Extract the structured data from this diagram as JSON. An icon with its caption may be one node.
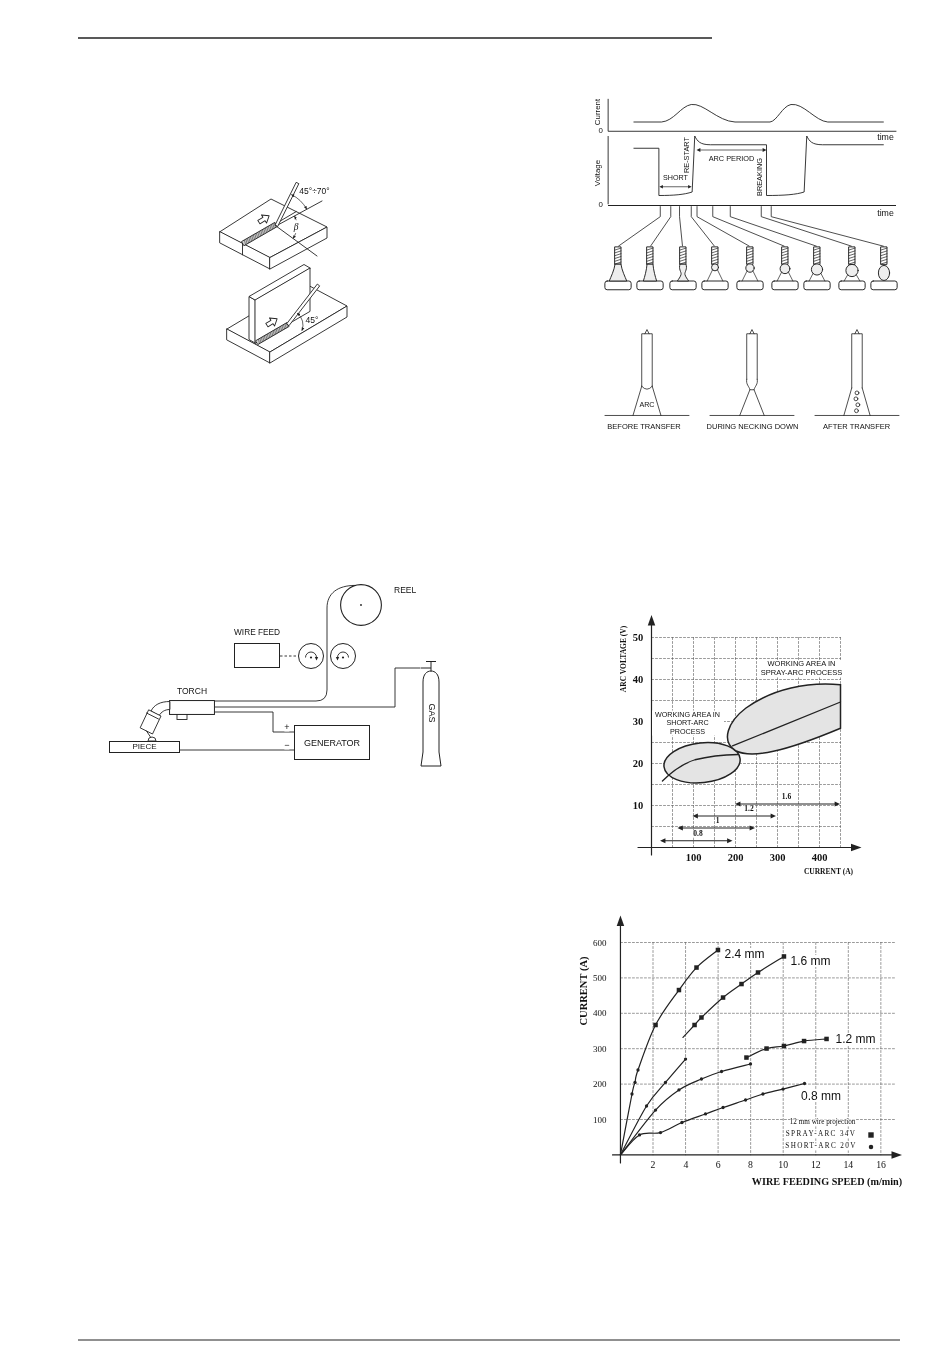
{
  "diagram": {
    "nodes": [
      {
        "text": [],
        "shape": "line",
        "beside": [
          "0",
          "time"
        ]
      },
      {
        "text": [],
        "shape": "picture"
      },
      {
        "text": [],
        "shape": "picture"
      },
      {
        "text": [],
        "shape": "picture"
      },
      {
        "text": [],
        "shape": "picture"
      },
      {
        "text": [],
        "shape": "picture"
      },
      {
        "text": [],
        "shape": "picture"
      },
      {
        "text": [],
        "shape": "picture"
      },
      {
        "text": [],
        "shape": "picture"
      },
      {
        "text": [],
        "shape": "picture"
      },
      {
        "text": [
          "REEL"
        ]
      },
      {
        "text": [
          "WIRE FEED"
        ]
      },
      {
        "text": [],
        "shape": "circle"
      },
      {
        "text": [],
        "shape": "circle"
      },
      {
        "text": [
          "GAS"
        ]
      },
      {
        "text": [
          "TORCH"
        ]
      },
      {
        "text": [
          "GENERATOR"
        ]
      },
      {
        "text": [
          "PIECE"
        ]
      }
    ],
    "edges": [
      {
        "from": 0,
        "to": 1,
        "arrow": "none"
      },
      {
        "from": 0,
        "to": 2,
        "arrow": "none"
      },
      {
        "from": 0,
        "to": 3,
        "arrow": "none"
      },
      {
        "from": 0,
        "to": 4,
        "arrow": "none"
      },
      {
        "from": 0,
        "to": 5,
        "arrow": "none"
      },
      {
        "from": 0,
        "to": 6,
        "arrow": "none"
      },
      {
        "from": 0,
        "to": 7,
        "arrow": "none"
      },
      {
        "from": 0,
        "to": 8,
        "arrow": "none"
      },
      {
        "from": 0,
        "to": 9,
        "arrow": "none"
      },
      {
        "from": 10,
        "to": 15,
        "arrow": "none"
      },
      {
        "from": 11,
        "to": 12,
        "arrow": "none",
        "style": "dashed"
      },
      {
        "from": 14,
        "to": 15,
        "arrow": "none"
      },
      {
        "from": 16,
        "to": 15,
        "arrow": "none",
        "label": "+"
      },
      {
        "from": 16,
        "to": 17,
        "arrow": "none",
        "label": "−"
      }
    ],
    "labels": [
      "45°÷70°",
      "β",
      "45°",
      "Current",
      "0",
      "time",
      "Voltage",
      "RE-START",
      "ARC PERIOD",
      "SHORT",
      "BREAKING",
      "ARC",
      "BEFORE TRANSFER",
      "DURING NECKING DOWN",
      "AFTER TRANSFER",
      "ARC VOLTAGE (V)",
      "50",
      "40",
      "30",
      "20",
      "10",
      "WORKING AREA IN SPRAY-ARC PROCESS",
      "WORKING AREA IN SHORT-ARC PROCESS",
      "1.6",
      "1.2",
      "1",
      "0.8",
      "100",
      "200",
      "300",
      "400",
      "CURRENT (A)",
      "CURRENT (A)",
      "600",
      "500",
      "400",
      "300",
      "200",
      "100",
      "2.4 mm",
      "1.6 mm",
      "1.2 mm",
      "0.8 mm",
      "12 mm wire projection",
      "2",
      "4",
      "6",
      "8",
      "10",
      "12",
      "14",
      "16",
      "WIRE FEEDING SPEED (m/min)"
    ],
    "legend": [
      {
        "text": "SPRAY-ARC 34V"
      },
      {
        "text": "SHORT-ARC 20V"
      }
    ]
  }
}
